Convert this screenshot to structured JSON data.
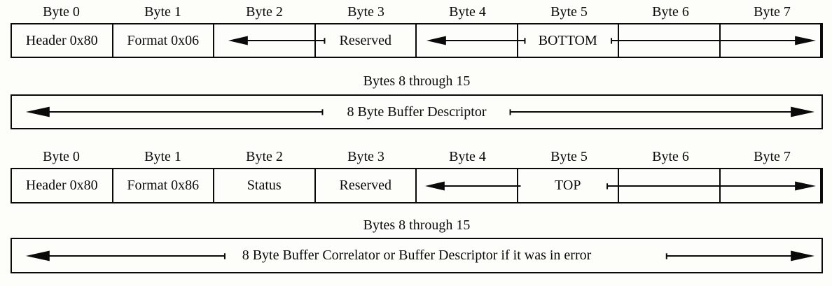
{
  "colors": {
    "ink": "#0a0a0a",
    "background": "#fdfdf9"
  },
  "records": [
    {
      "byte_labels": [
        "Byte 0",
        "Byte 1",
        "Byte 2",
        "Byte 3",
        "Byte 4",
        "Byte 5",
        "Byte 6",
        "Byte 7"
      ],
      "row_cells": {
        "byte0": "Header 0x80",
        "byte1": "Format 0x06",
        "byte3": "Reserved",
        "byte5": "BOTTOM"
      },
      "trailer_caption": "Bytes 8 through 15",
      "trailer_label": "8 Byte Buffer Descriptor"
    },
    {
      "byte_labels": [
        "Byte 0",
        "Byte 1",
        "Byte 2",
        "Byte 3",
        "Byte 4",
        "Byte 5",
        "Byte 6",
        "Byte 7"
      ],
      "row_cells": {
        "byte0": "Header 0x80",
        "byte1": "Format 0x86",
        "byte2": "Status",
        "byte3": "Reserved",
        "byte5": "TOP"
      },
      "trailer_caption": "Bytes 8 through 15",
      "trailer_label": "8 Byte Buffer Correlator or Buffer Descriptor if it was in error"
    }
  ]
}
